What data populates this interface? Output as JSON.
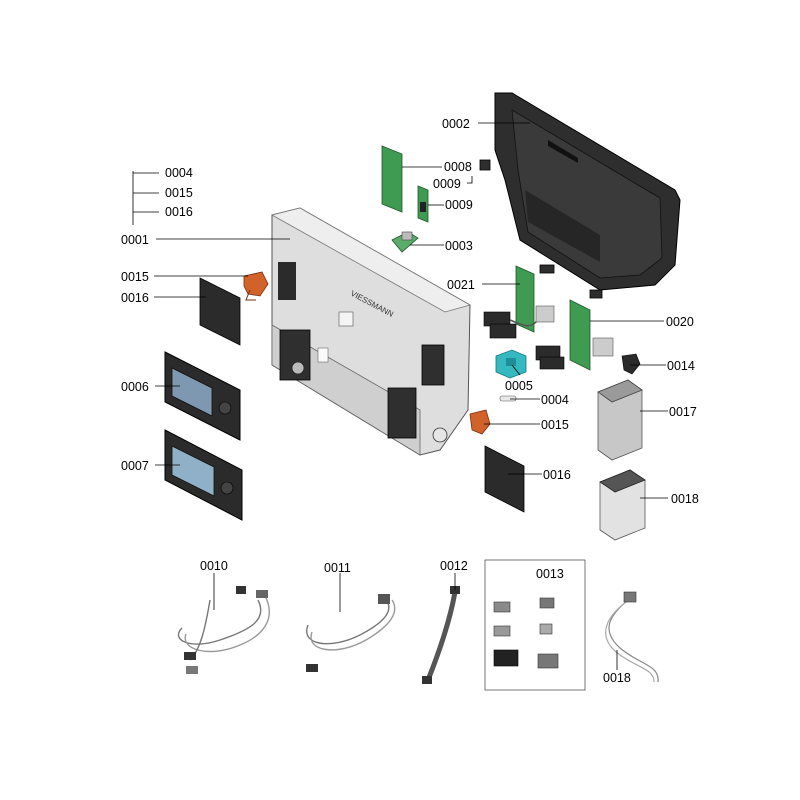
{
  "parts": {
    "p0001": "0001",
    "p0002": "0002",
    "p0003": "0003",
    "p0004_group": "0004",
    "p0004": "0004",
    "p0005": "0005",
    "p0006": "0006",
    "p0007": "0007",
    "p0008": "0008",
    "p0009a": "0009",
    "p0009b": "0009",
    "p0010": "0010",
    "p0011": "0011",
    "p0012": "0012",
    "p0013": "0013",
    "p0014": "0014",
    "p0015_group": "0015",
    "p0015_left": "0015",
    "p0015_right": "0015",
    "p0016_group": "0016",
    "p0016_left": "0016",
    "p0016_right": "0016",
    "p0017": "0017",
    "p0018_box": "0018",
    "p0018_sensor": "0018",
    "p0020": "0020",
    "p0021": "0021"
  },
  "colors": {
    "pcb": "#3f9a52",
    "housing": "#d8d8d8",
    "dark": "#2b2b2b",
    "orange": "#d0622a",
    "teal": "#35b8c0",
    "screen": "#7d98b0"
  }
}
